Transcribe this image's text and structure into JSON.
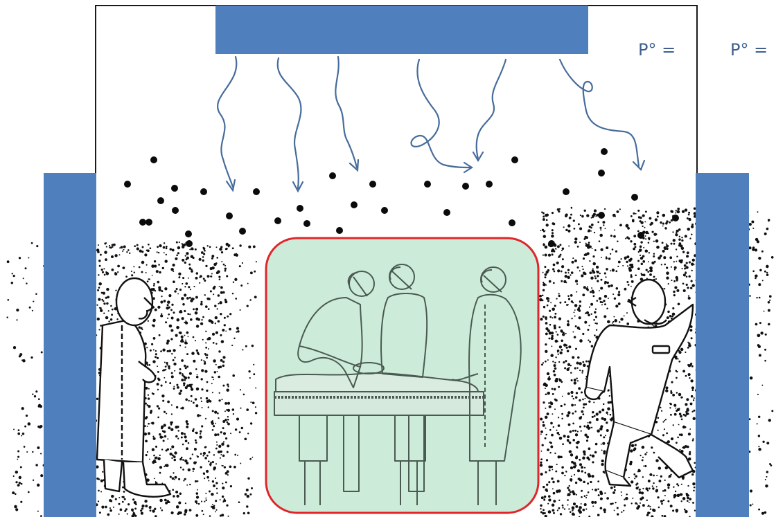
{
  "labels": {
    "pressure_left": "P° =",
    "pressure_right": "P° ="
  },
  "colors": {
    "panel_blue": "#4f7fbd",
    "arrow_blue": "#466c9c",
    "zone_border": "#e0262b",
    "zone_fill": "#cdebd9",
    "particle": "#0b0b0b",
    "outline": "#1a1a1a"
  },
  "icons": {
    "ceiling_diffuser": "blue-ceiling-diffuser",
    "airflow": "wavy-downward-arrow",
    "particles": "black-dot-particles",
    "surgical_team": "surgeons-at-operating-table",
    "left_person": "walking-person-in-gown",
    "right_person": "running-person-in-gown"
  }
}
